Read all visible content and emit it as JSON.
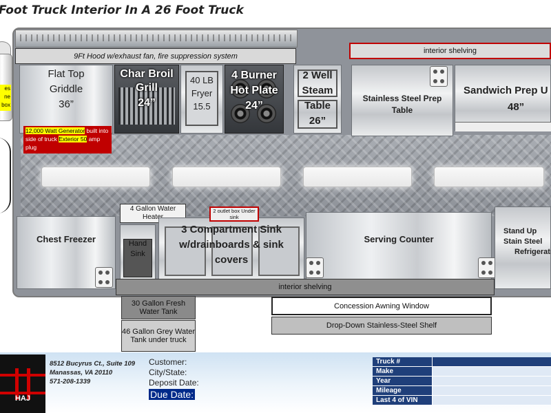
{
  "title": "Foot Truck Interior In A 26 Foot Truck",
  "hood": {
    "label": "9Ft Hood w/exhaust fan, fire suppression system"
  },
  "top_shelving": {
    "label": "interior shelving"
  },
  "equipment_top": {
    "griddle": {
      "line1": "Flat Top",
      "line2": "Griddle",
      "line3": "36”"
    },
    "charbroil": {
      "line1": "Char Broil",
      "line2": "Grill",
      "line3": "24”"
    },
    "fryer": {
      "line1": "40 LB",
      "line2": "Fryer",
      "line3": "15.5"
    },
    "hotplate": {
      "line1": "4 Burner",
      "line2": "Hot Plate",
      "line3": "24”"
    },
    "steam": {
      "line1": "2 Well",
      "line2": "Steam",
      "line3": "Table",
      "line4": "26”"
    },
    "prep_table": {
      "line1": "Stainless Steel Prep",
      "line2": "Table"
    },
    "sandwich": {
      "line1": "Sandwich Prep U",
      "line2": "48”"
    }
  },
  "generator_note": {
    "part1": "12,000 Watt Generator",
    "part2": "built into side of truck",
    "part3": "Exterior 50",
    "part4": "amp plug"
  },
  "left_note": {
    "line1": "es",
    "line2": "ne",
    "line3": "box"
  },
  "equipment_bottom": {
    "chest_freezer": "Chest Freezer",
    "water_heater": "4 Gallon Water Heater",
    "outlet_box": "2 outlet box Under sink",
    "hand_sink": {
      "line1": "Hand",
      "line2": "Sink"
    },
    "comp_sink": {
      "line1": "3 Compartment Sink",
      "line2": "w/drainboards & sink",
      "line3": "covers"
    },
    "serving_counter": "Serving Counter",
    "refrigerator": {
      "line1": "Stand Up Stain",
      "line2": "Steel",
      "line3": "Refrigerato"
    }
  },
  "bottom_shelving": {
    "label": "interior shelving"
  },
  "fresh_tank": "30 Gallon Fresh Water Tank",
  "grey_tank": "46 Gallon Grey Water Tank under truck",
  "awning_window": "Concession Awning Window",
  "dropdown_shelf": "Drop-Down Stainless-Steel Shelf",
  "footer": {
    "logo_text": "HAJ",
    "address": {
      "line1": "8512 Bucyrus Ct., Suite 109",
      "line2": "Manassas, VA 20110",
      "line3": "571-208-1339"
    },
    "customer": "Customer:",
    "city_state": "City/State:",
    "deposit_date": "Deposit Date:",
    "due_date": "Due Date:",
    "table": [
      "Truck #",
      "Make",
      "Year",
      "Mileage",
      "Last 4 of VIN"
    ]
  },
  "colors": {
    "accent_red": "#c00000",
    "footer_blue": "#1f3f7a",
    "generator_bg": "#c00000",
    "highlight_yellow": "#ffff00"
  }
}
